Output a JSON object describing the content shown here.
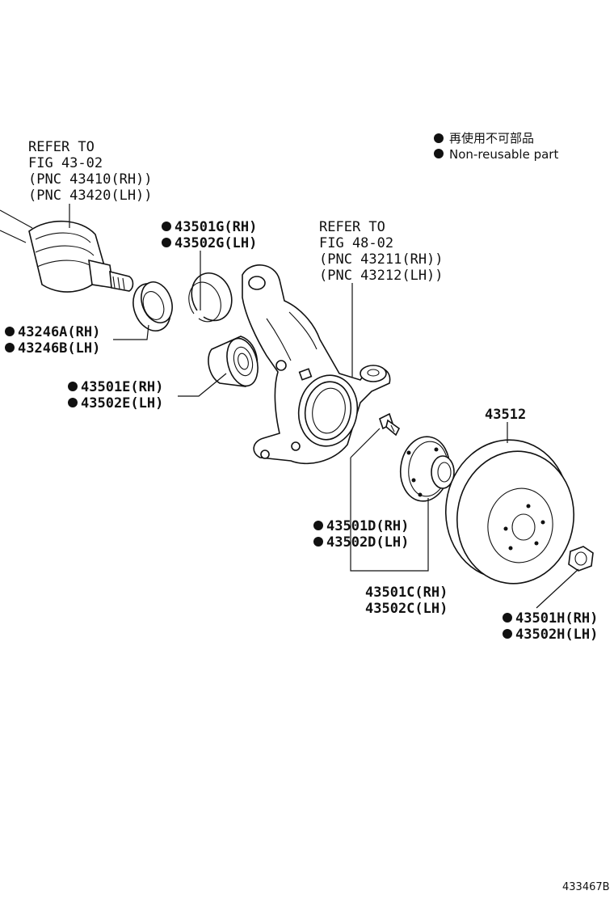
{
  "legend": {
    "japanese": "再使用不可部品",
    "english": "Non-reusable part"
  },
  "callouts": {
    "driveshaft_ref": [
      "REFER TO",
      "FIG 43-02",
      "(PNC 43410(RH))",
      "(PNC 43420(LH))"
    ],
    "knuckle_ref": [
      "REFER TO",
      "FIG 48-02",
      "(PNC 43211(RH))",
      "(PNC 43212(LH))"
    ],
    "snap_ring": [
      "43501G(RH)",
      "43502G(LH)"
    ],
    "seal": [
      "43246A(RH)",
      "43246B(LH)"
    ],
    "bearing": [
      "43501E(RH)",
      "43502E(LH)"
    ],
    "hub_bolt": [
      "43501D(RH)",
      "43502D(LH)"
    ],
    "hub": [
      "43501C(RH)",
      "43502C(LH)"
    ],
    "disc": [
      "43512"
    ],
    "nut": [
      "43501H(RH)",
      "43502H(LH)"
    ]
  },
  "figure_code": "433467B"
}
